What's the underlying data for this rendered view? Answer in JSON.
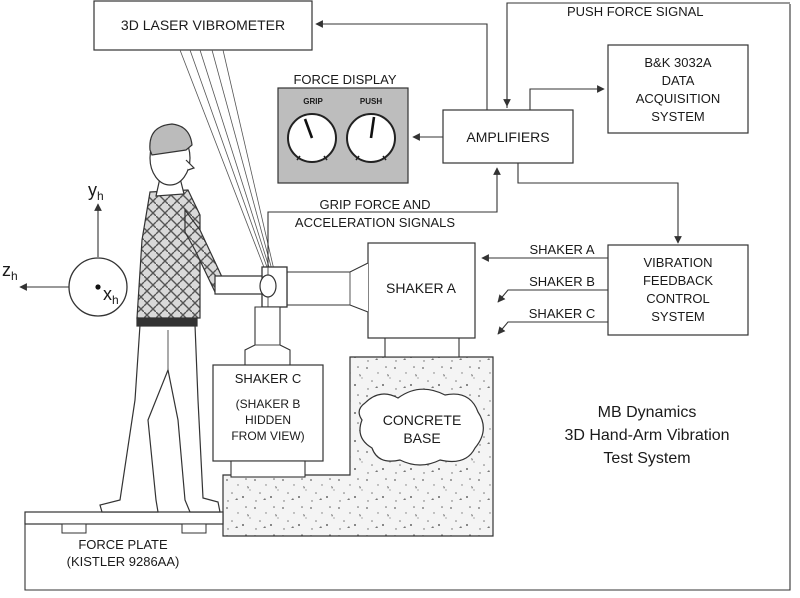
{
  "colors": {
    "line": "#333333",
    "panel_gray": "#bdbdbd",
    "concrete_fill": "#f4f4f4",
    "background": "#ffffff"
  },
  "labels": {
    "laser_vibrometer": "3D LASER VIBROMETER",
    "push_force_signal": "PUSH FORCE SIGNAL",
    "daq_line1": "B&K 3032A",
    "daq_line2": "DATA",
    "daq_line3": "ACQUISITION",
    "daq_line4": "SYSTEM",
    "force_display": "FORCE DISPLAY",
    "grip_gauge": "GRIP",
    "push_gauge": "PUSH",
    "amplifiers": "AMPLIFIERS",
    "grip_signals_line1": "GRIP FORCE AND",
    "grip_signals_line2": "ACCELERATION SIGNALS",
    "shaker_a_signal": "SHAKER A",
    "shaker_b_signal": "SHAKER B",
    "shaker_c_signal": "SHAKER C",
    "vfc_line1": "VIBRATION",
    "vfc_line2": "FEEDBACK",
    "vfc_line3": "CONTROL",
    "vfc_line4": "SYSTEM",
    "shaker_a_box": "SHAKER A",
    "shaker_c_line1": "SHAKER C",
    "shaker_c_line2": "(SHAKER B",
    "shaker_c_line3": "HIDDEN",
    "shaker_c_line4": "FROM VIEW)",
    "concrete_line1": "CONCRETE",
    "concrete_line2": "BASE",
    "caption_line1": "MB Dynamics",
    "caption_line2": "3D Hand-Arm Vibration",
    "caption_line3": "Test System",
    "force_plate_line1": "FORCE PLATE",
    "force_plate_line2": "(KISTLER 9286AA)",
    "axis_y_main": "y",
    "axis_y_sub": "h",
    "axis_z_main": "z",
    "axis_z_sub": "h",
    "axis_x_main": "x",
    "axis_x_sub": "h"
  }
}
